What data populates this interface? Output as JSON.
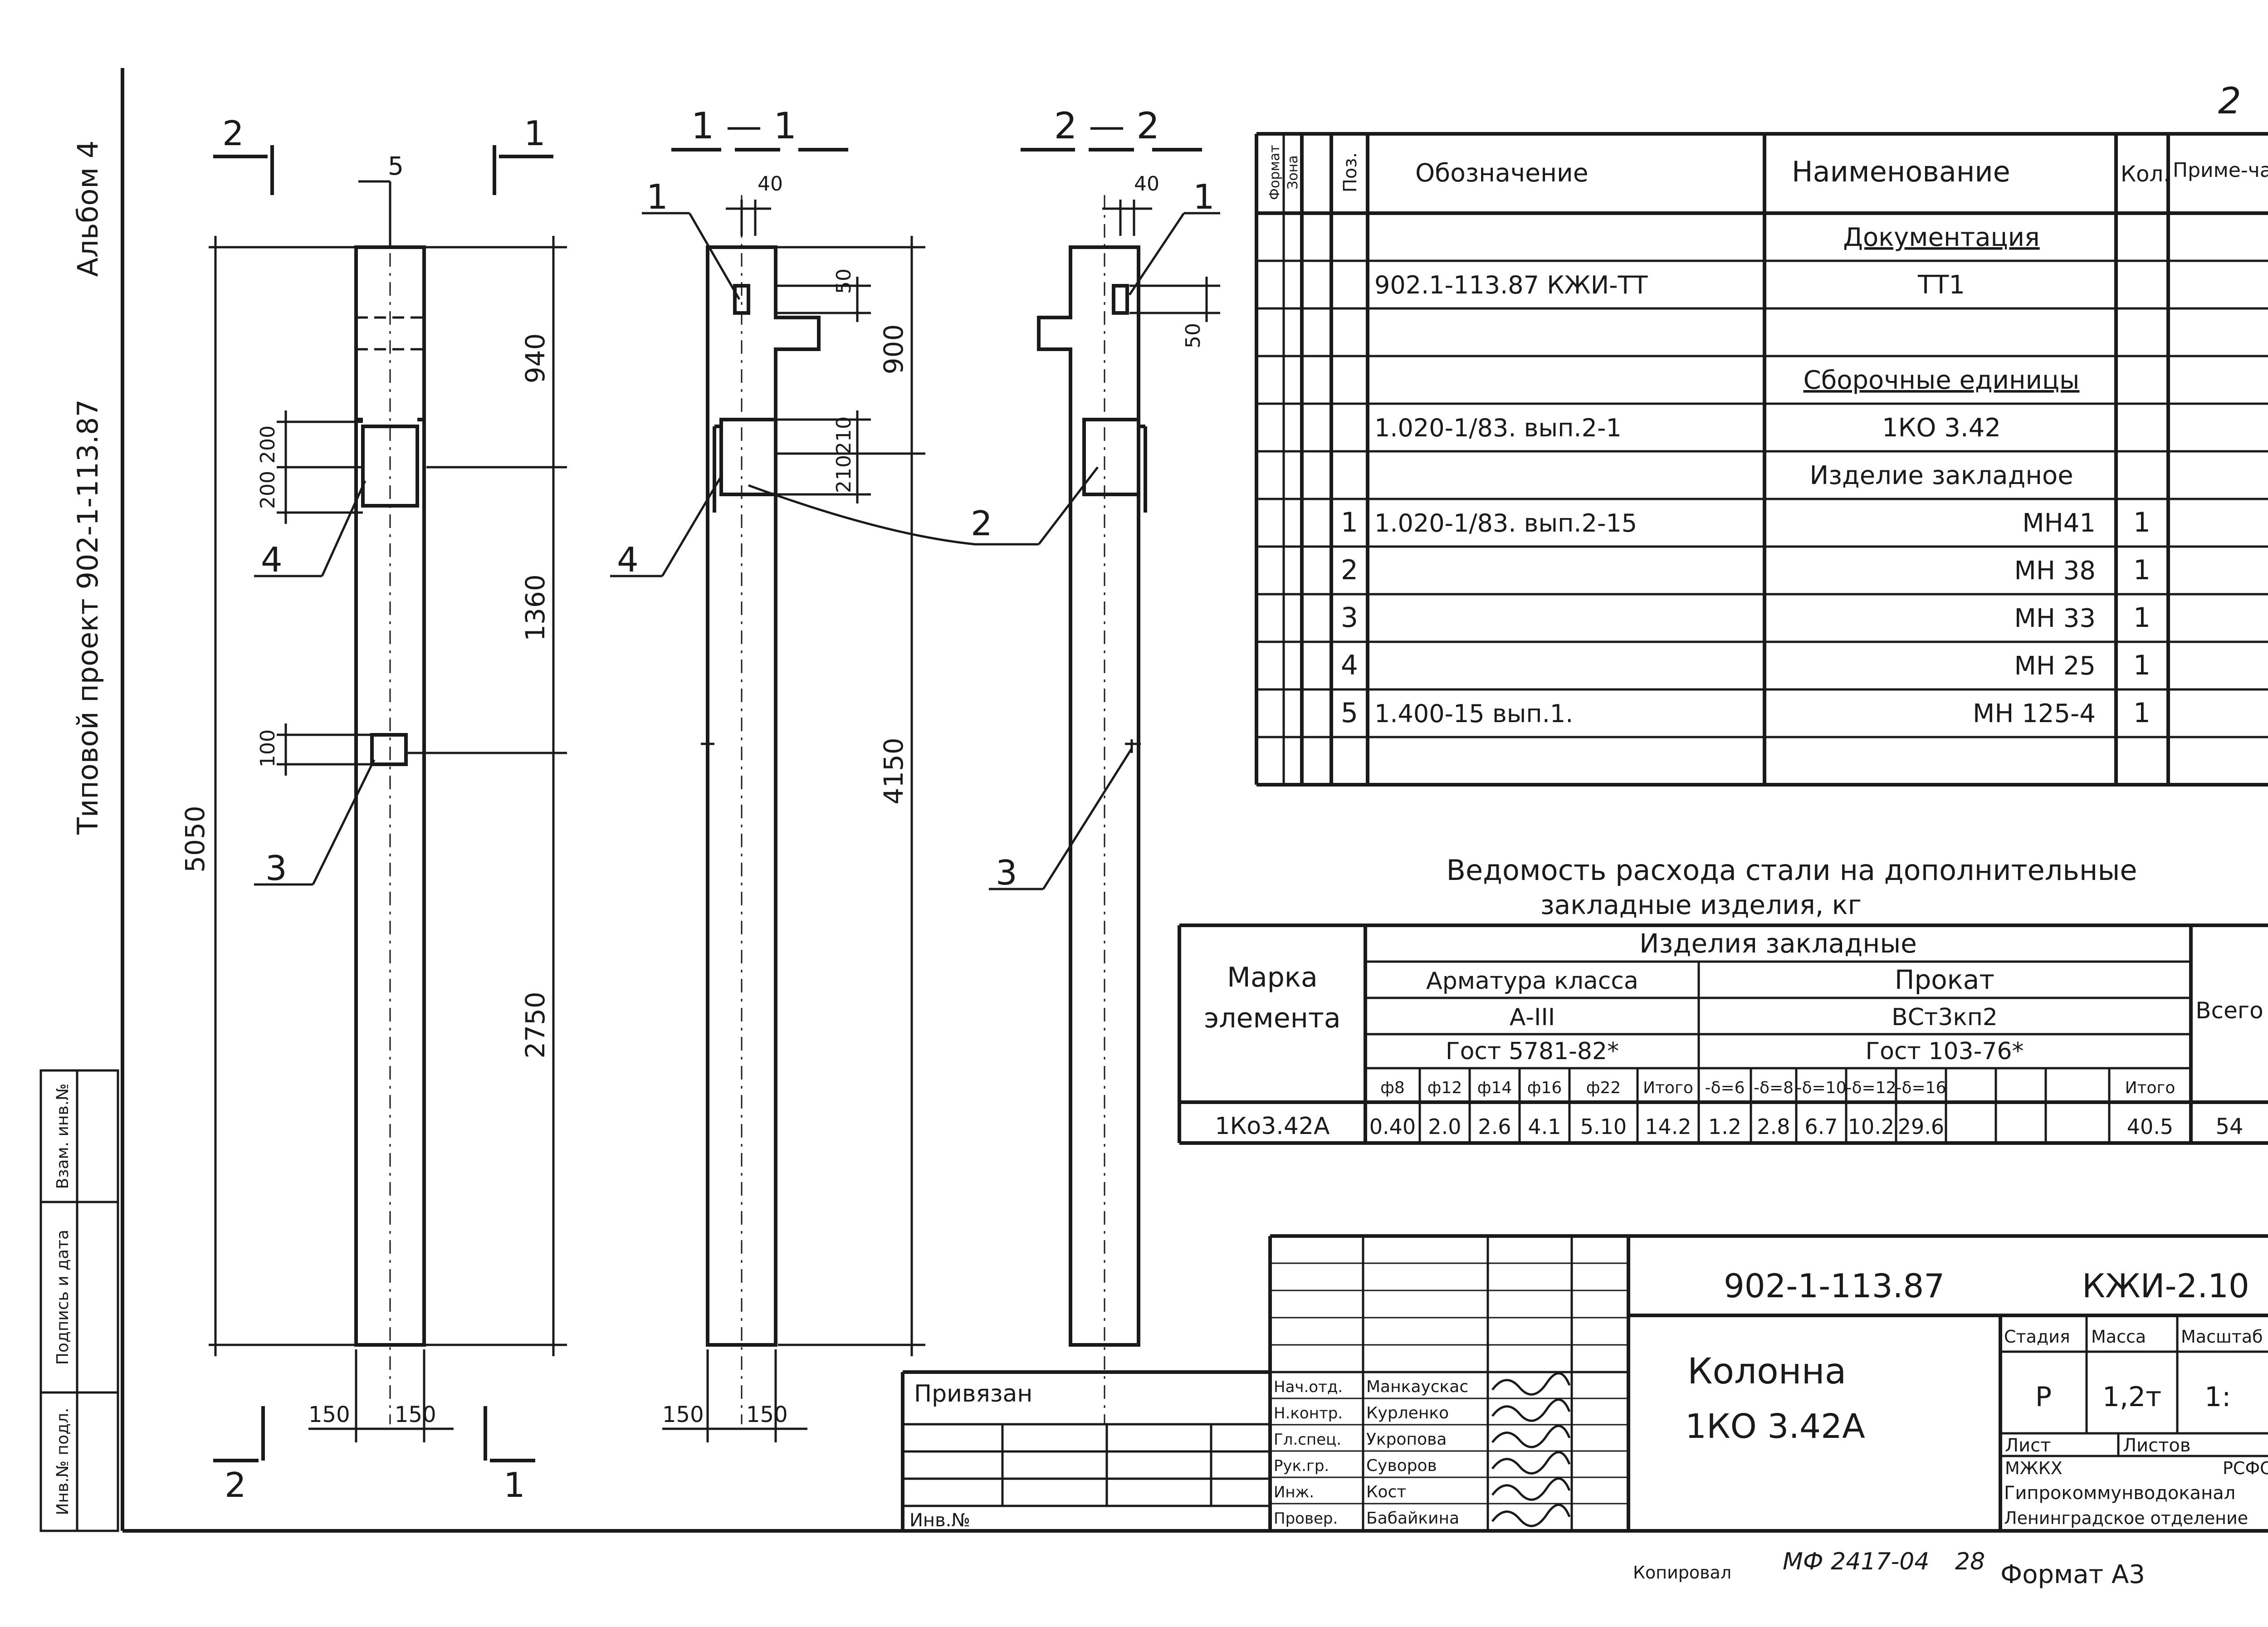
{
  "page_number": "2",
  "side": {
    "album": "Альбом 4",
    "project": "Типовой проект 902-1-113.87"
  },
  "stamp_side": [
    "Инв.№ подл.",
    "Подпись и дата",
    "Взам. инв.№"
  ],
  "views": {
    "v1_markers": [
      "2",
      "1"
    ],
    "v1_bottom_markers": [
      "2",
      "1"
    ],
    "section_1": "1 — 1",
    "section_2": "2 — 2"
  },
  "dims": {
    "top_5": "5",
    "h_5050": "5050",
    "h_940": "940",
    "h_1360": "1360",
    "h_2750": "2750",
    "d_200a": "200",
    "d_200b": "200",
    "d_100": "100",
    "w_150a": "150",
    "w_150b": "150",
    "w_150c": "150",
    "w_150d": "150",
    "d_40a": "40",
    "d_40b": "40",
    "d_50a": "50",
    "d_50b": "50",
    "h_900": "900",
    "h_4150": "4150",
    "d_210a": "210",
    "d_210b": "210"
  },
  "callouts": {
    "c1a": "1",
    "c1b": "1",
    "c2": "2",
    "c3a": "3",
    "c3b": "3",
    "c4a": "4",
    "c4b": "4"
  },
  "spec": {
    "h_format": "Формат",
    "h_zone": "Зона",
    "h_pos": "Поз.",
    "h_designation": "Обозначение",
    "h_name": "Наименование",
    "h_qty": "Кол.",
    "h_note": "Приме-чание",
    "rows": [
      {
        "pos": "",
        "des": "",
        "name": "Документация",
        "qty": "",
        "u": true
      },
      {
        "pos": "",
        "des": "902.1-113.87   КЖИ-ТТ",
        "name": "ТТ1",
        "qty": "",
        "u": false
      },
      {
        "pos": "",
        "des": "",
        "name": "",
        "qty": "",
        "u": false
      },
      {
        "pos": "",
        "des": "",
        "name": "Сборочные единицы",
        "qty": "",
        "u": true
      },
      {
        "pos": "",
        "des": "1.020-1/83. вып.2-1",
        "name": "1КО 3.42",
        "qty": "",
        "u": false
      },
      {
        "pos": "",
        "des": "",
        "name": "Изделие закладное",
        "qty": "",
        "u": false
      },
      {
        "pos": "1",
        "des": "1.020-1/83. вып.2-15",
        "name": "МН41",
        "qty": "1",
        "u": false
      },
      {
        "pos": "2",
        "des": "",
        "name": "МН 38",
        "qty": "1",
        "u": false
      },
      {
        "pos": "3",
        "des": "",
        "name": "МН 33",
        "qty": "1",
        "u": false
      },
      {
        "pos": "4",
        "des": "",
        "name": "МН 25",
        "qty": "1",
        "u": false
      },
      {
        "pos": "5",
        "des": "1.400-15 вып.1.",
        "name": "МН 125-4",
        "qty": "1",
        "u": false
      },
      {
        "pos": "",
        "des": "",
        "name": "",
        "qty": "",
        "u": false
      }
    ]
  },
  "steel": {
    "title1": "Ведомость расхода стали на дополнительные",
    "title2": "закладные изделия, кг",
    "h_mark": "Марка",
    "h_mark2": "элемента",
    "h_items": "Изделия закладные",
    "h_arm": "Арматура класса",
    "h_arm_cls": "А-III",
    "h_arm_gost": "Гост 5781-82*",
    "h_prok": "Прокат",
    "h_prok_st": "ВСт3кп2",
    "h_prok_gost": "Гост 103-76*",
    "h_total": "Всего",
    "sub": [
      "ф8",
      "ф12",
      "ф14",
      "ф16",
      "ф22",
      "Итого",
      "-δ=6",
      "-δ=8",
      "-δ=10",
      "-δ=12",
      "-δ=16",
      "",
      "",
      "Итого"
    ],
    "mark": "1Ко3.42А",
    "vals": [
      "0.40",
      "2.0",
      "2.6",
      "4.1",
      "5.10",
      "14.2",
      "1.2",
      "2.8",
      "6.7",
      "10.2",
      "29.6",
      "",
      "",
      "40.5"
    ],
    "total": "54"
  },
  "title_block": {
    "code": "902-1-113.87",
    "code2": "КЖИ-2.10",
    "name1": "Колонна",
    "name2": "1КО 3.42А",
    "privyazan": "Привязан",
    "inv": "Инв.№",
    "h_stage": "Стадия",
    "h_mass": "Масса",
    "h_scale": "Масштаб",
    "stage": "Р",
    "mass": "1,2т",
    "scale": "1:",
    "sheet": "Лист",
    "sheets": "Листов",
    "org1": "МЖКХ",
    "org1b": "РСФСР",
    "org2": "Гипрокоммунводоканал",
    "org3": "Ленинградское отделение",
    "roles": [
      "Нач.отд.",
      "Н.контр.",
      "Гл.спец.",
      "Рук.гр.",
      "Инж.",
      "Провер."
    ],
    "names": [
      "Манкаускас",
      "Курленко",
      "Укропова",
      "Суворов",
      "Кост",
      "Бабайкина"
    ]
  },
  "footer": {
    "copied": "Копировал",
    "mf": "МФ 2417-04",
    "num": "28",
    "format": "Формат А3"
  }
}
